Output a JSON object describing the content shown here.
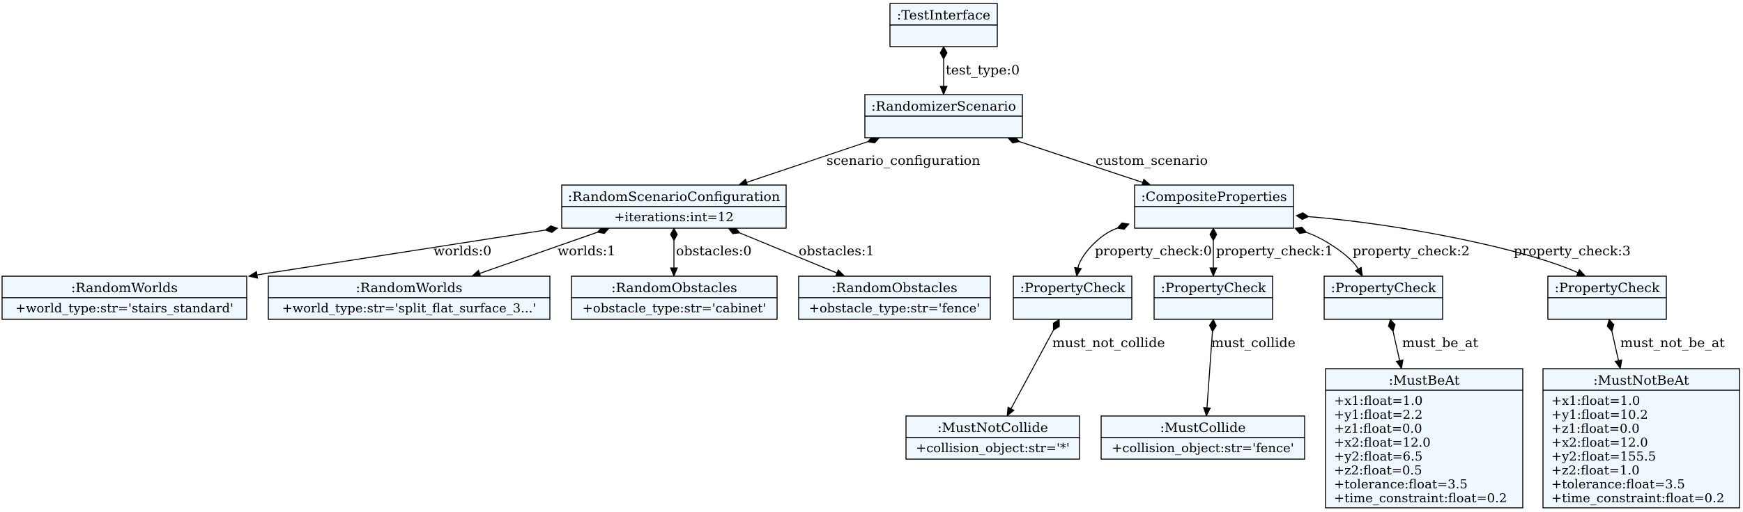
{
  "nodes": {
    "test_interface": {
      "title": ":TestInterface",
      "attrs": []
    },
    "randomizer_scenario": {
      "title": ":RandomizerScenario",
      "attrs": []
    },
    "random_scenario_configuration": {
      "title": ":RandomScenarioConfiguration",
      "attrs": [
        "+iterations:int=12"
      ]
    },
    "composite_properties": {
      "title": ":CompositeProperties",
      "attrs": []
    },
    "random_worlds_0": {
      "title": ":RandomWorlds",
      "attrs": [
        "+world_type:str='stairs_standard'"
      ]
    },
    "random_worlds_1": {
      "title": ":RandomWorlds",
      "attrs": [
        "+world_type:str='split_flat_surface_3...'"
      ]
    },
    "random_obstacles_0": {
      "title": ":RandomObstacles",
      "attrs": [
        "+obstacle_type:str='cabinet'"
      ]
    },
    "random_obstacles_1": {
      "title": ":RandomObstacles",
      "attrs": [
        "+obstacle_type:str='fence'"
      ]
    },
    "property_check_0": {
      "title": ":PropertyCheck",
      "attrs": []
    },
    "property_check_1": {
      "title": ":PropertyCheck",
      "attrs": []
    },
    "property_check_2": {
      "title": ":PropertyCheck",
      "attrs": []
    },
    "property_check_3": {
      "title": ":PropertyCheck",
      "attrs": []
    },
    "must_not_collide": {
      "title": ":MustNotCollide",
      "attrs": [
        "+collision_object:str='*'"
      ]
    },
    "must_collide": {
      "title": ":MustCollide",
      "attrs": [
        "+collision_object:str='fence'"
      ]
    },
    "must_be_at": {
      "title": ":MustBeAt",
      "attrs": [
        "+x1:float=1.0",
        "+y1:float=2.2",
        "+z1:float=0.0",
        "+x2:float=12.0",
        "+y2:float=6.5",
        "+z2:float=0.5",
        "+tolerance:float=3.5",
        "+time_constraint:float=0.2"
      ]
    },
    "must_not_be_at": {
      "title": ":MustNotBeAt",
      "attrs": [
        "+x1:float=1.0",
        "+y1:float=10.2",
        "+z1:float=0.0",
        "+x2:float=12.0",
        "+y2:float=155.5",
        "+z2:float=1.0",
        "+tolerance:float=3.5",
        "+time_constraint:float=0.2"
      ]
    }
  },
  "edges": [
    {
      "from": "test_interface",
      "to": "randomizer_scenario",
      "label": "test_type:0"
    },
    {
      "from": "randomizer_scenario",
      "to": "random_scenario_configuration",
      "label": "scenario_configuration"
    },
    {
      "from": "randomizer_scenario",
      "to": "composite_properties",
      "label": "custom_scenario"
    },
    {
      "from": "random_scenario_configuration",
      "to": "random_worlds_0",
      "label": "worlds:0"
    },
    {
      "from": "random_scenario_configuration",
      "to": "random_worlds_1",
      "label": "worlds:1"
    },
    {
      "from": "random_scenario_configuration",
      "to": "random_obstacles_0",
      "label": "obstacles:0"
    },
    {
      "from": "random_scenario_configuration",
      "to": "random_obstacles_1",
      "label": "obstacles:1"
    },
    {
      "from": "composite_properties",
      "to": "property_check_0",
      "label": "property_check:0"
    },
    {
      "from": "composite_properties",
      "to": "property_check_1",
      "label": "property_check:1"
    },
    {
      "from": "composite_properties",
      "to": "property_check_2",
      "label": "property_check:2"
    },
    {
      "from": "composite_properties",
      "to": "property_check_3",
      "label": "property_check:3"
    },
    {
      "from": "property_check_0",
      "to": "must_not_collide",
      "label": "must_not_collide"
    },
    {
      "from": "property_check_1",
      "to": "must_collide",
      "label": "must_collide"
    },
    {
      "from": "property_check_2",
      "to": "must_be_at",
      "label": "must_be_at"
    },
    {
      "from": "property_check_3",
      "to": "must_not_be_at",
      "label": "must_not_be_at"
    }
  ],
  "colors": {
    "box_fill": "#f0f8ff",
    "stroke": "#000000"
  }
}
